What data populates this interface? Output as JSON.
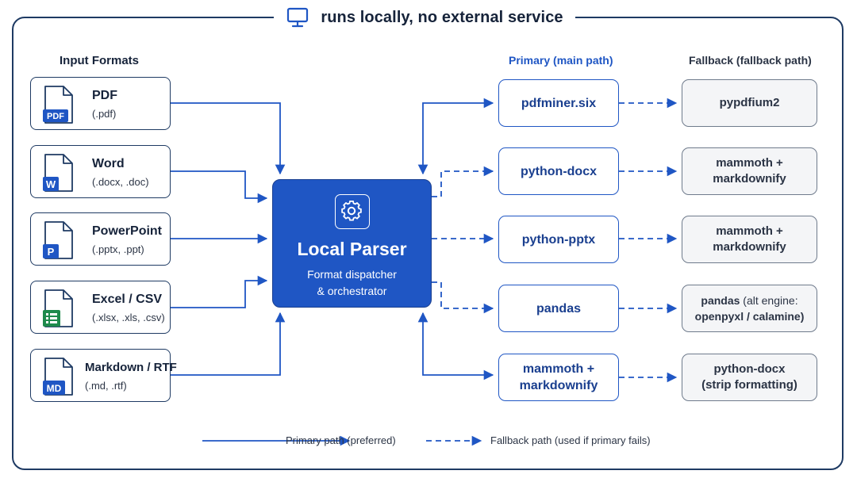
{
  "banner": {
    "text": "runs locally, no external service",
    "icon": "monitor-icon"
  },
  "columns": {
    "input_title": "Input Formats",
    "primary_title": "Primary (main path)",
    "fallback_title": "Fallback (fallback path)"
  },
  "inputs": [
    {
      "name": "PDF",
      "ext": "(.pdf)",
      "icon": "pdf-file-icon",
      "badge": "PDF"
    },
    {
      "name": "Word",
      "ext": "(.docx, .doc)",
      "icon": "word-file-icon",
      "badge": "W"
    },
    {
      "name": "PowerPoint",
      "ext": "(.pptx, .ppt)",
      "icon": "powerpoint-file-icon",
      "badge": "P"
    },
    {
      "name": "Excel / CSV",
      "ext": "(.xlsx, .xls, .csv)",
      "icon": "spreadsheet-file-icon",
      "badge": ""
    },
    {
      "name": "Markdown / RTF",
      "ext": "(.md, .rtf)",
      "icon": "markdown-file-icon",
      "badge": "MD"
    }
  ],
  "parser": {
    "title": "Local Parser",
    "subtitle_line1": "Format dispatcher",
    "subtitle_line2": "& orchestrator",
    "icon": "gear-icon"
  },
  "primary": [
    {
      "line1": "pdfminer.six",
      "line2": ""
    },
    {
      "line1": "python-docx",
      "line2": ""
    },
    {
      "line1": "python-pptx",
      "line2": ""
    },
    {
      "line1": "pandas",
      "line2": ""
    },
    {
      "line1": "mammoth +",
      "line2": "markdownify"
    }
  ],
  "fallback": [
    {
      "line1": "pypdfium2",
      "line1_extra": "",
      "line2": ""
    },
    {
      "line1": "mammoth +",
      "line1_extra": "",
      "line2": "markdownify"
    },
    {
      "line1": "mammoth +",
      "line1_extra": "",
      "line2": "markdownify"
    },
    {
      "line1": "pandas",
      "line1_extra": " (alt engine:",
      "line2": "openpyxl / calamine)"
    },
    {
      "line1": "python-docx",
      "line1_extra": "",
      "line2": "(strip formatting)"
    }
  ],
  "legend": {
    "primary": "Primary path (preferred)",
    "fallback": "Fallback path (used if primary fails)"
  },
  "colors": {
    "accent_blue": "#1f56c4",
    "navy": "#1e3a63",
    "fallback_border": "#6f7b8c",
    "fallback_fill": "#f4f5f7",
    "excel_green": "#1e8a4c"
  }
}
